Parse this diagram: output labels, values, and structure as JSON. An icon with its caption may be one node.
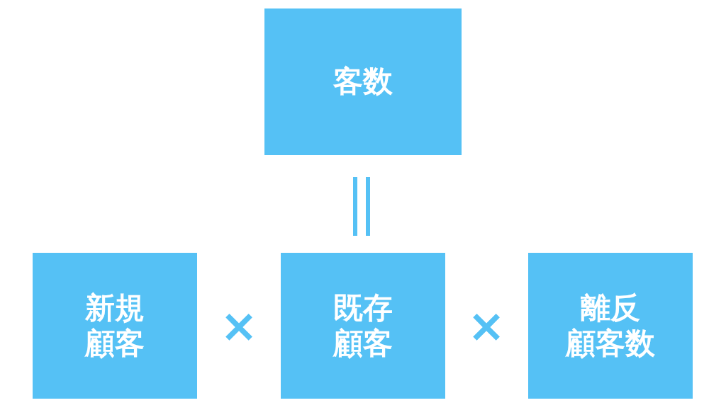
{
  "diagram": {
    "nodes": [
      {
        "text": [
          "客数"
        ]
      },
      {
        "text": [
          "新規顧客"
        ]
      },
      {
        "text": [
          "既存顧客"
        ]
      },
      {
        "text": [
          "離反顧客数"
        ]
      }
    ],
    "labels": [
      "×",
      "×"
    ]
  }
}
